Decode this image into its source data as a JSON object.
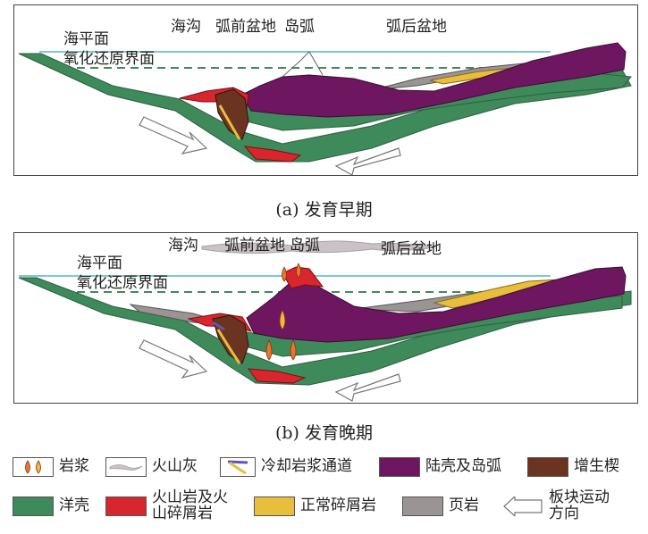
{
  "panel_a": {
    "sea_level": "海平面",
    "redox_boundary": "氧化还原界面",
    "trench": "海沟",
    "forearc_basin": "弧前盆地",
    "island_arc": "岛弧",
    "backarc_basin": "弧后盆地",
    "caption": "(a) 发育早期"
  },
  "panel_b": {
    "sea_level": "海平面",
    "redox_boundary": "氧化还原界面",
    "trench": "海沟",
    "forearc_basin": "弧前盆地",
    "island_arc": "岛弧",
    "backarc_basin": "弧后盆地",
    "caption": "(b) 发育晚期"
  },
  "colors": {
    "oceanic_crust": "#3f8a5a",
    "continental_crust": "#6e1760",
    "volcanic": "#d8262e",
    "accretionary_wedge": "#6b3420",
    "normal_clastic": "#e8be3c",
    "shale": "#9a9494",
    "sea_line": "#7ec8d4"
  },
  "legend": [
    {
      "name": "magma",
      "label": "岩浆",
      "icon": "magma-icon"
    },
    {
      "name": "volcanic-ash",
      "label": "火山灰",
      "icon": "ash-icon"
    },
    {
      "name": "magma-channel",
      "label": "冷却岩浆通道",
      "icon": "channel-icon"
    },
    {
      "name": "continental-crust",
      "label": "陆壳及岛弧",
      "icon": "swatch"
    },
    {
      "name": "accretionary-wedge",
      "label": "增生楔",
      "icon": "swatch"
    },
    {
      "name": "oceanic-crust",
      "label": "洋壳",
      "icon": "swatch"
    },
    {
      "name": "volcanic-rock",
      "label": "火山岩及火山碎屑岩",
      "icon": "swatch"
    },
    {
      "name": "normal-clastic",
      "label": "正常碎屑岩",
      "icon": "swatch"
    },
    {
      "name": "shale",
      "label": "页岩",
      "icon": "swatch"
    },
    {
      "name": "plate-motion",
      "label": "板块运动方向",
      "icon": "arrow-icon"
    }
  ]
}
